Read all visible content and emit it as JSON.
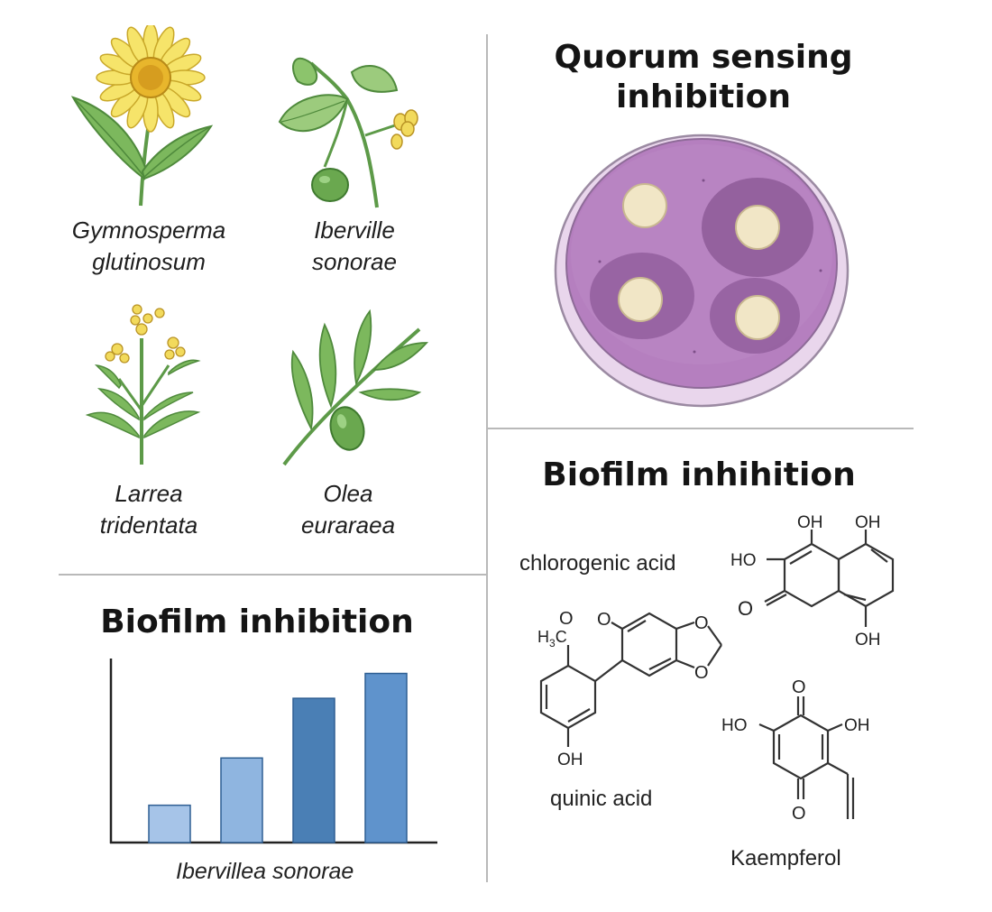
{
  "plants": [
    {
      "id": "gymnosperma",
      "line1": "Gymnosperma",
      "line2": "glutinosum",
      "icon": "yellow-daisy-flower"
    },
    {
      "id": "ibervillea",
      "line1": "Iberville",
      "line2": "sonorae",
      "icon": "vine-with-green-fruit"
    },
    {
      "id": "larrea",
      "line1": "Larrea",
      "line2": "tridentata",
      "icon": "flowering-shrub"
    },
    {
      "id": "olea",
      "line1": "Olea",
      "line2": "euraraea",
      "icon": "olive-branch"
    }
  ],
  "quorum": {
    "heading_line1": "Quorum sensing",
    "heading_line2": "inhibition",
    "icon": "petri-dish-with-discs",
    "colors": {
      "agar": "#b57fbf",
      "zone": "#8d5a98",
      "disc": "#f1e6c6"
    }
  },
  "biofilm_compounds": {
    "heading": "Biofilm inhihition",
    "labels": {
      "chlorogenic": "chlorogenic acid",
      "quinic": "quinic acid",
      "kaempferol": "Kaempferol"
    },
    "atoms": {
      "oh": "OH",
      "ho": "HO",
      "o": "O",
      "h3c_h": "H",
      "h3c_3": "3",
      "h3c_c": "C"
    }
  },
  "biofilm_chart": {
    "heading": "Biofilm inhibition",
    "xlabel": "Ibervillea sonorae"
  },
  "chart_data": {
    "type": "bar",
    "title": "Biofilm inhibition",
    "xlabel": "Ibervillea sonorae",
    "ylabel": "",
    "categories": [
      "",
      "",
      "",
      ""
    ],
    "values": [
      1.5,
      3.4,
      5.8,
      6.8
    ],
    "ylim": [
      0,
      7.4
    ],
    "bar_colors": [
      "#a6c4e8",
      "#8fb5e0",
      "#4a7fb5",
      "#5f93cc"
    ],
    "grid": false
  }
}
